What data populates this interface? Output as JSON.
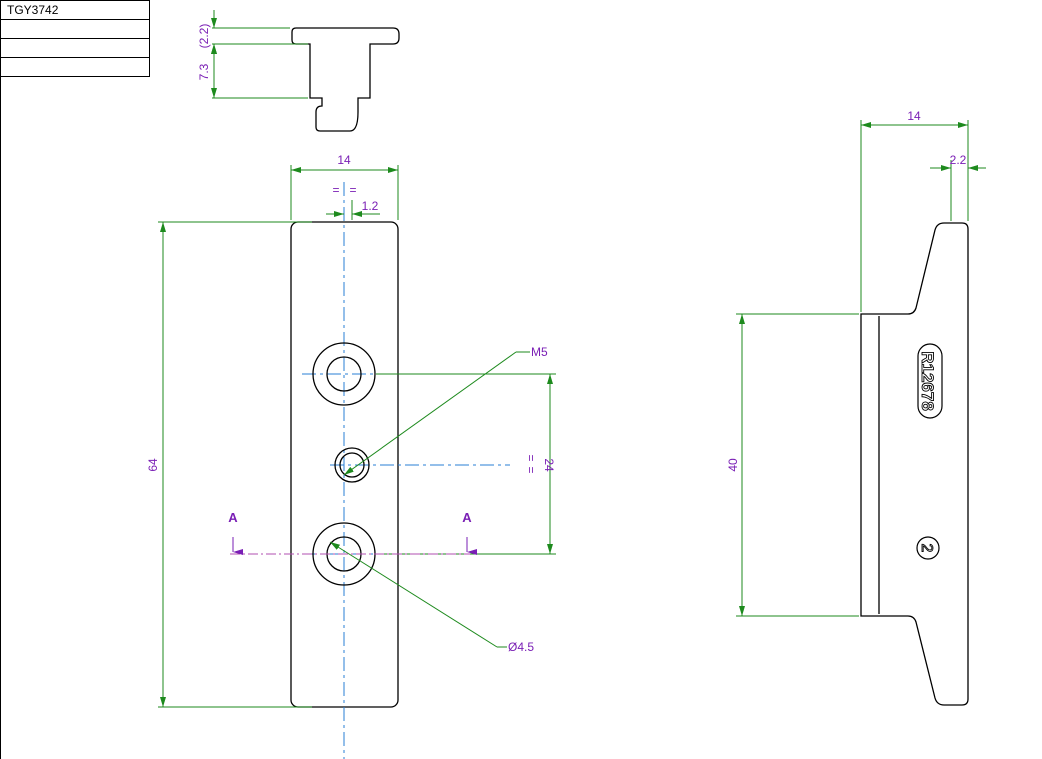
{
  "title_block": {
    "part_number": "TGY3742",
    "rows": [
      "",
      "",
      ""
    ]
  },
  "dimensions": {
    "top_flange": "(2.2)",
    "top_height": "7.3",
    "front_width": "14",
    "front_offset": "1.2",
    "front_length": "64",
    "hole_spacing": "24",
    "equal_mark": "=",
    "thread_callout": "M5",
    "hole_diameter": "Ø4.5",
    "side_width": "14",
    "side_thickness": "2.2",
    "side_length": "40"
  },
  "section": {
    "label_left": "A",
    "label_right": "A"
  },
  "markings": {
    "part_code": "R12678",
    "circle_number": "2"
  },
  "colors": {
    "object": "#000000",
    "dimension": "#1d8a1d",
    "centerline": "#2a7fd4",
    "text": "#7a1fb5"
  }
}
